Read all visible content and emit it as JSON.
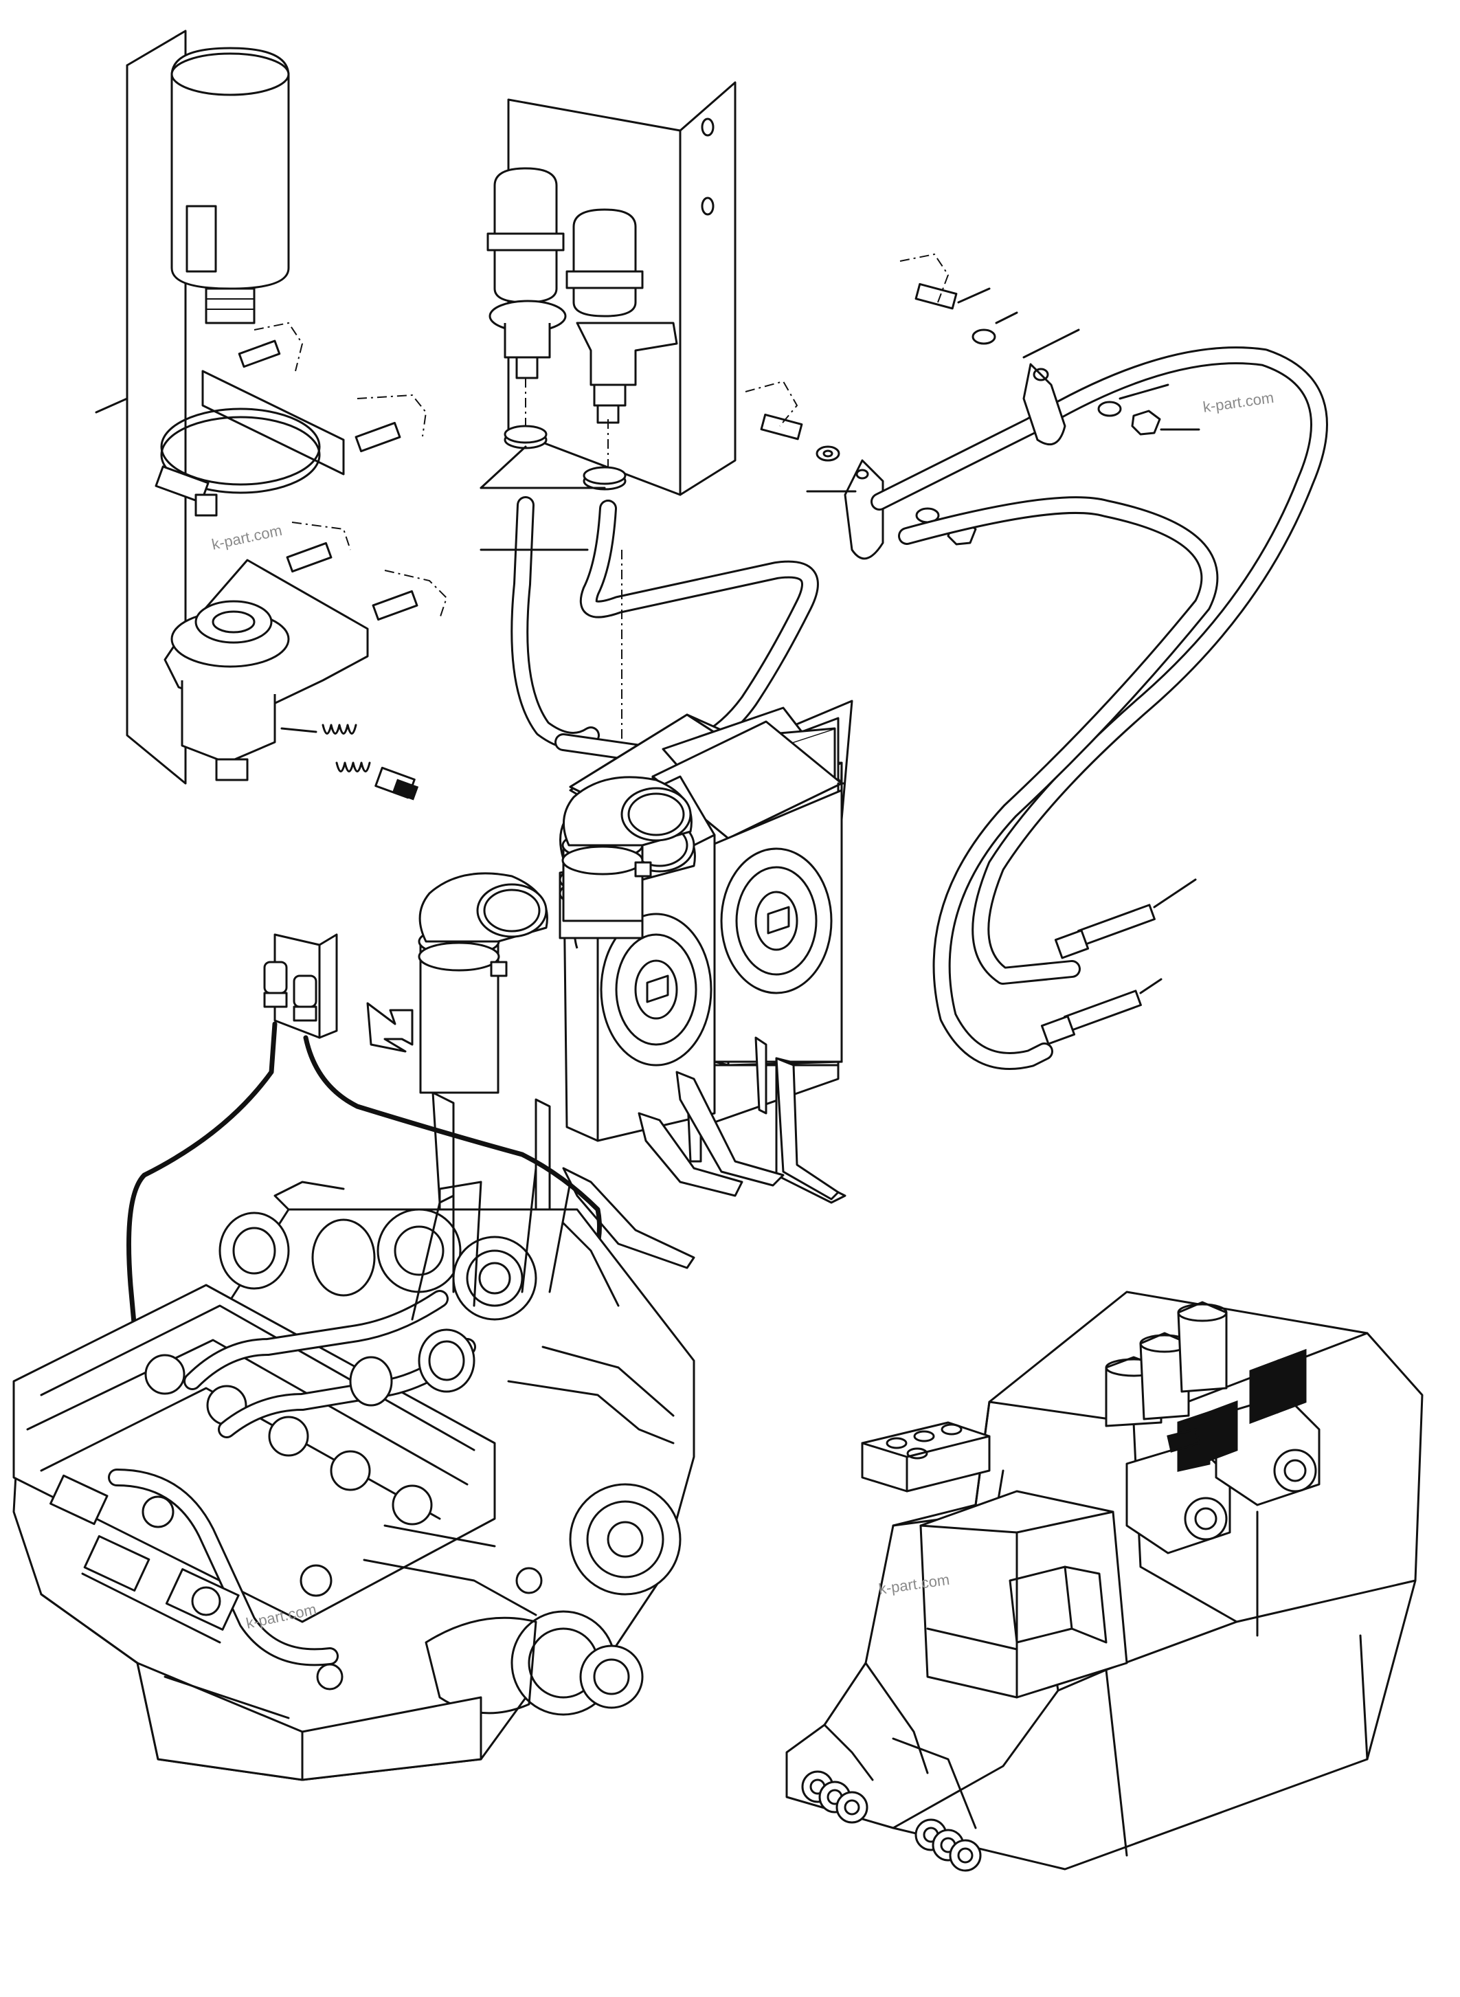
{
  "watermarks": [
    {
      "id": "wm1",
      "text": "k-part.com"
    },
    {
      "id": "wm2",
      "text": "k-part.com"
    },
    {
      "id": "wm3",
      "text": "k-part.com"
    },
    {
      "id": "wm4",
      "text": "k-part.com"
    }
  ],
  "colors": {
    "line": "#111111",
    "background": "#ffffff",
    "watermark": "#8a8a8a"
  }
}
